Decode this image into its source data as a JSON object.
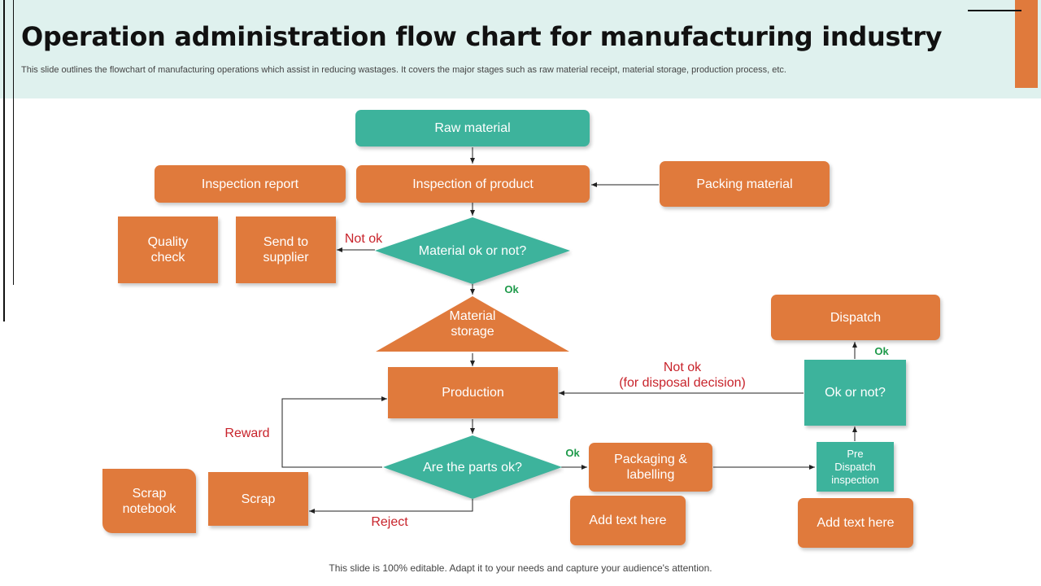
{
  "header": {
    "title": "Operation administration flow chart for manufacturing industry",
    "subtitle": "This slide outlines the  flowchart of manufacturing operations which assist in reducing wastages. It covers the major stages such as raw material receipt, material storage, production process, etc."
  },
  "nodes": {
    "raw_material": "Raw material",
    "inspection_of_product": "Inspection  of product",
    "inspection_report": "Inspection  report",
    "packing_material": "Packing material",
    "quality_check": "Quality\ncheck",
    "send_to_supplier": "Send to\nsupplier",
    "material_ok_or_not": "Material ok or not?",
    "material_storage": "Material\nstorage",
    "production": "Production",
    "are_the_parts_ok": "Are the parts ok?",
    "scrap": "Scrap",
    "scrap_notebook": "Scrap\nnotebook",
    "packaging_labelling": "Packaging &\nlabelling",
    "add_text_1": "Add text here",
    "pre_dispatch_inspection": "Pre\nDispatch\ninspection",
    "add_text_2": "Add text here",
    "ok_or_not": "Ok or not?",
    "dispatch": "Dispatch"
  },
  "labels": {
    "not_ok_material": "Not ok",
    "ok_material": "Ok",
    "reward": "Reward",
    "reject": "Reject",
    "ok_parts": "Ok",
    "not_ok_disposal": "Not ok\n(for disposal decision)",
    "ok_dispatch": "Ok"
  },
  "colors": {
    "orange": "#e07a3c",
    "teal": "#3db39c",
    "header_bg": "#dff1ee",
    "label_red": "#c8232b",
    "label_green": "#1e9a4a"
  },
  "footer": "This slide is 100% editable. Adapt it to your needs and capture your audience's attention."
}
